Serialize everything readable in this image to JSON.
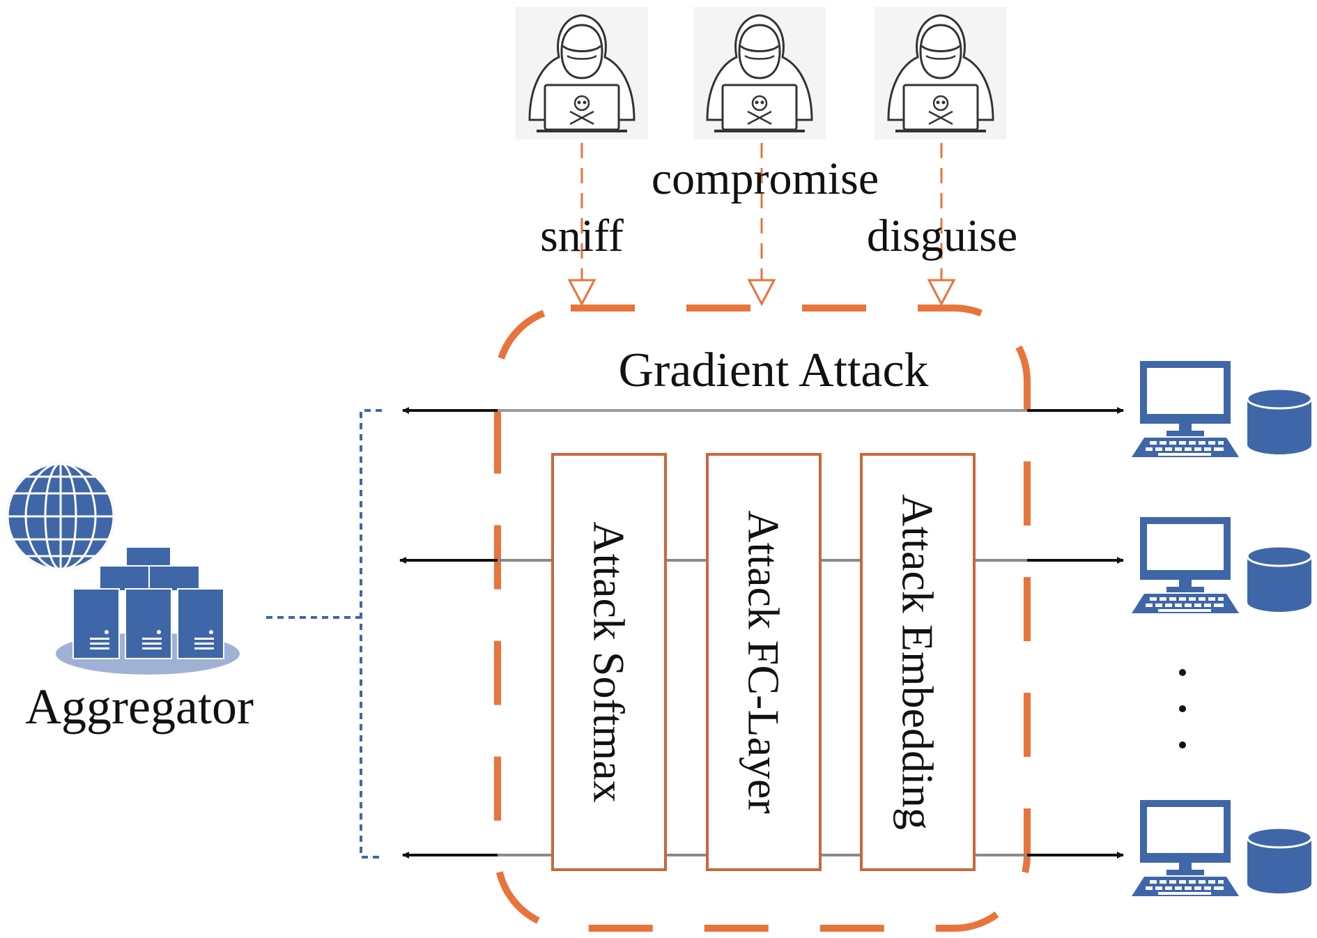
{
  "labels": {
    "compromise": "compromise",
    "sniff": "sniff",
    "disguise": "disguise",
    "gradient_attack": "Gradient Attack",
    "aggregator": "Aggregator",
    "dots": "·  ·  ·"
  },
  "attack_blocks": [
    {
      "label": "Attack Softmax"
    },
    {
      "label": "Attack FC-Layer"
    },
    {
      "label": "Attack Embedding"
    }
  ],
  "attackers": [
    {
      "icon": "hacker-icon"
    },
    {
      "icon": "hacker-icon"
    },
    {
      "icon": "hacker-icon"
    }
  ],
  "clients": [
    {
      "icon": "computer-icon",
      "storage": "database-icon"
    },
    {
      "icon": "computer-icon",
      "storage": "database-icon"
    },
    {
      "icon": "computer-icon",
      "storage": "database-icon"
    }
  ],
  "colors": {
    "attack_orange": "#E8743B",
    "box_border": "#C8683A",
    "icon_blue": "#3F67A8",
    "icon_blue_dark": "#2D4F8A",
    "platform_blue": "#9FB2D6",
    "arrow_black": "#111111",
    "line_gray": "#8A8A8A"
  }
}
